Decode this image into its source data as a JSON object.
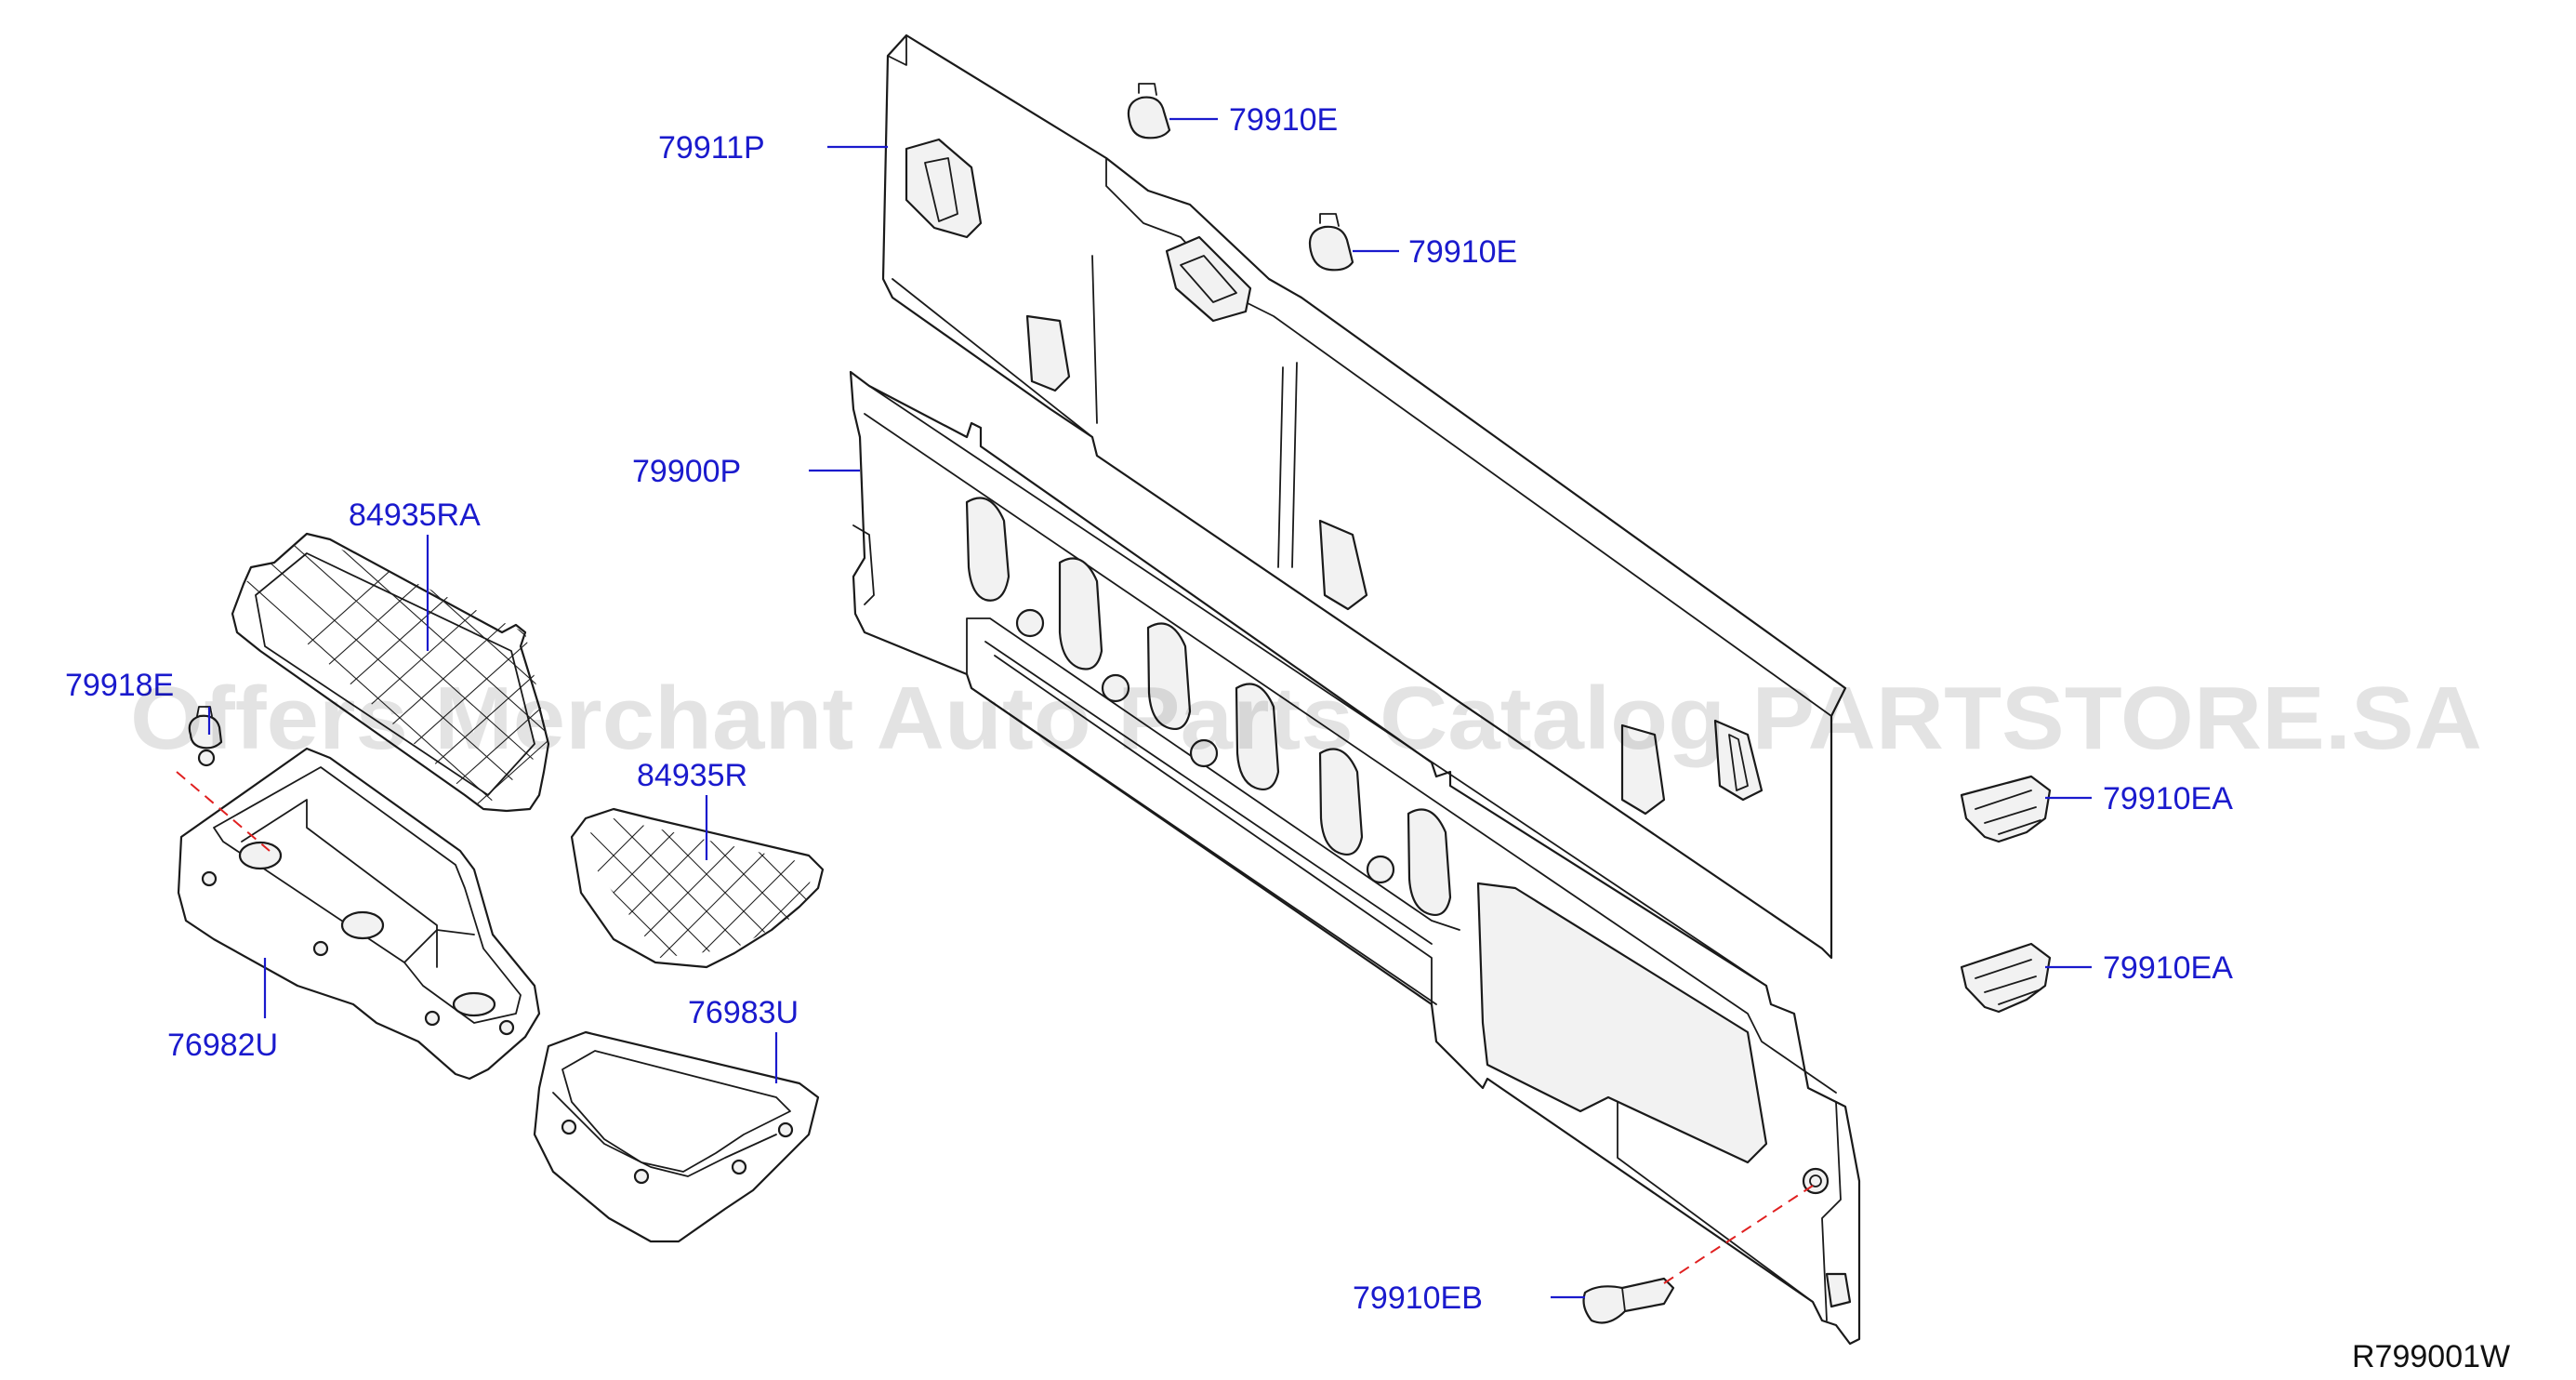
{
  "diagram": {
    "id": "R799001W",
    "watermark": "Offers Merchant Auto Parts Catalog PARTSTORE.SA",
    "label_color": "#1a1acd",
    "line_color": "#1a1a1a",
    "highlight_color": "#e02020"
  },
  "parts": {
    "p79911P": "79911P",
    "p79910E_top": "79910E",
    "p79910E_mid": "79910E",
    "p79900P": "79900P",
    "p84935RA": "84935RA",
    "p79918E": "79918E",
    "p84935R": "84935R",
    "p76982U": "76982U",
    "p76983U": "76983U",
    "p79910EA_top": "79910EA",
    "p79910EA_bottom": "79910EA",
    "p79910EB": "79910EB"
  }
}
